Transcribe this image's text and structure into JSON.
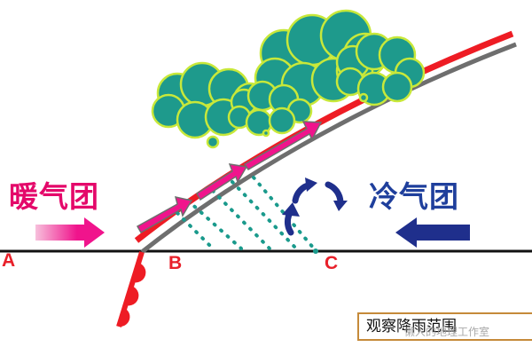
{
  "labels": {
    "warm_air_mass": "暖气团",
    "cold_air_mass": "冷气团",
    "point_a": "A",
    "point_b": "B",
    "point_c": "C"
  },
  "caption": "观察降雨范围",
  "watermark": "懒人的地理工作室",
  "colors": {
    "front_line": "#ee1c24",
    "front_shadow": "#6e6e6e",
    "warm_arrow": "#f0148c",
    "cold_arrow": "#1f2f8c",
    "cloud_fill": "#1e9a8c",
    "cloud_outline": "#c8e83a",
    "rain_dots": "#1a9a8c",
    "ground": "#111111",
    "warm_label": "#e4086a",
    "cold_label": "#1f3f9c",
    "caption_border": "#c58a3a"
  }
}
